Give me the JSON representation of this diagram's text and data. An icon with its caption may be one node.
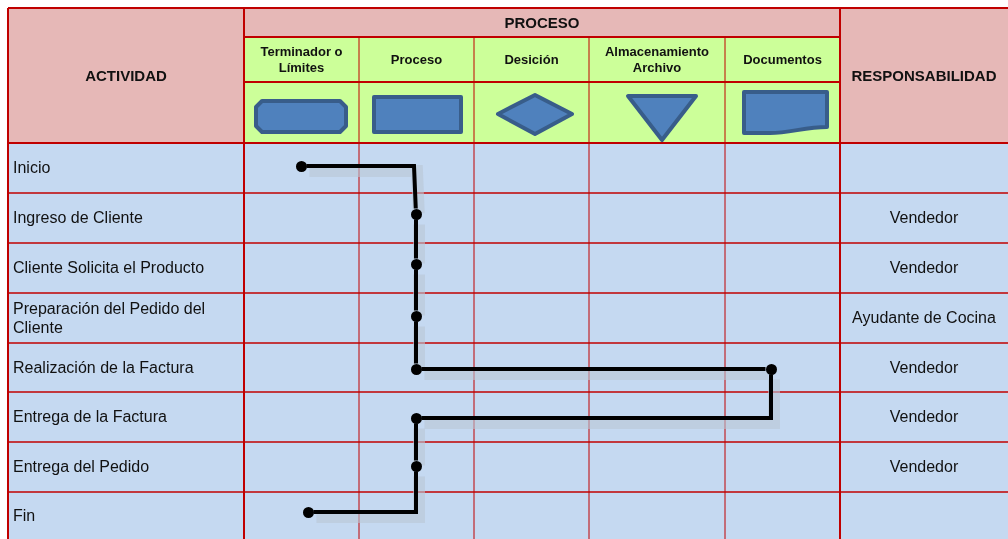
{
  "diagram": {
    "nodes": [
      {
        "text": [],
        "shape": "circle"
      },
      {
        "text": [],
        "shape": "circle"
      },
      {
        "text": [],
        "shape": "circle"
      },
      {
        "text": [],
        "shape": "circle"
      },
      {
        "text": [],
        "shape": "circle"
      },
      {
        "text": [],
        "shape": "circle"
      },
      {
        "text": [],
        "shape": "circle"
      },
      {
        "text": [],
        "shape": "circle"
      },
      {
        "text": [],
        "shape": "circle"
      }
    ],
    "edges": [
      {
        "from": 0,
        "to": 1,
        "arrow": "none"
      },
      {
        "from": 1,
        "to": 2,
        "arrow": "none"
      },
      {
        "from": 2,
        "to": 3,
        "arrow": "none"
      },
      {
        "from": 3,
        "to": 4,
        "arrow": "none"
      },
      {
        "from": 4,
        "to": 5,
        "arrow": "none"
      },
      {
        "from": 5,
        "to": 6,
        "arrow": "none"
      },
      {
        "from": 6,
        "to": 7,
        "arrow": "none"
      },
      {
        "from": 7,
        "to": 8,
        "arrow": "none"
      }
    ],
    "labels": [
      "ACTIVIDAD",
      "PROCESO",
      "RESPONSABILIDAD",
      "Terminador o Límites",
      "Proceso",
      "Desición",
      "Almacenamiento Archivo",
      "Documentos",
      "Inicio",
      "Ingreso de Cliente",
      "Vendedor",
      "Cliente Solicita el Producto",
      "Vendedor",
      "Preparación del Pedido del Cliente",
      "Ayudante de Cocina",
      "Realización de la Factura",
      "Vendedor",
      "Entrega de la Factura",
      "Vendedor",
      "Entrega del Pedido",
      "Vendedor",
      "Fin"
    ]
  }
}
